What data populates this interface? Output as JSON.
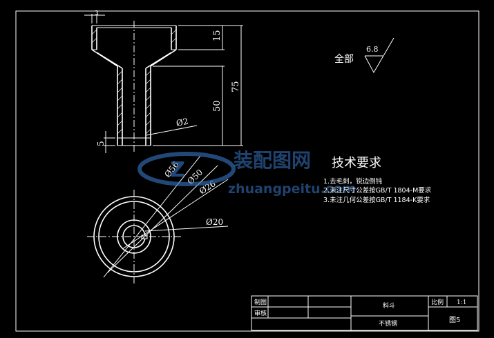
{
  "dimensions": {
    "top_wall": "3",
    "flange_height": "15",
    "overall_height": "75",
    "stem_height": "50",
    "base_step": "5",
    "hole_dia": "Ø2",
    "dia_56": "Ø56",
    "dia_50": "Ø50",
    "dia_26": "Ø26",
    "dia_20": "Ø20"
  },
  "roughness": {
    "prefix": "全部",
    "value": "6.8"
  },
  "technical_requirements": {
    "title": "技术要求",
    "items": [
      "1.去毛刺，锐边倒钝",
      "2.未注尺寸公差按GB/T 1804-M要求",
      "3.未注几何公差按GB/T 1184-K要求"
    ]
  },
  "title_block": {
    "drawn_label": "制图",
    "checked_label": "审核",
    "part_name": "料斗",
    "material": "不锈钢",
    "scale_label": "比例",
    "scale_value": "1:1",
    "drawing_no": "图5"
  },
  "watermark": {
    "cn": "装配图网",
    "url": "zhuangpeitu.com"
  },
  "colors": {
    "background": "#000000",
    "lines": "#ffffff",
    "watermark": "#3a78c8"
  }
}
